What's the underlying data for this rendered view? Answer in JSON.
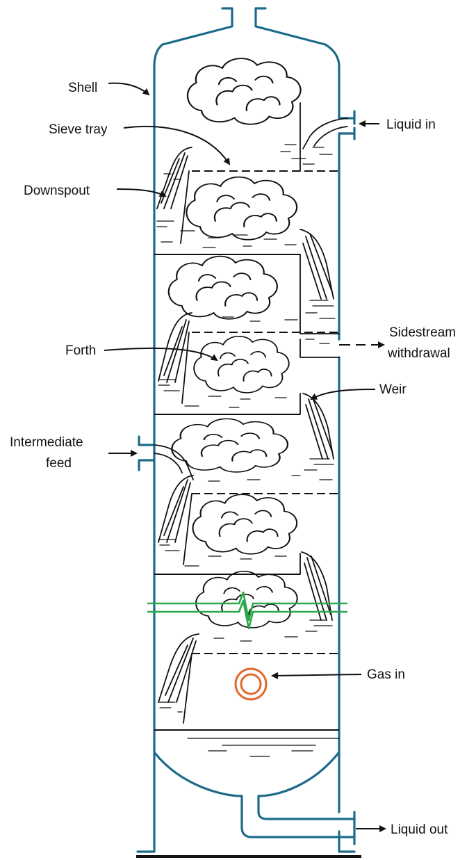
{
  "labels": {
    "shell": "Shell",
    "sieve_tray": "Sieve tray",
    "downspout": "Downspout",
    "liquid_in": "Liquid in",
    "sidestream_line1": "Sidestream",
    "sidestream_line2": "withdrawal",
    "forth": "Forth",
    "weir": "Weir",
    "intermediate_line1": "Intermediate",
    "intermediate_line2": "feed",
    "gas_in": "Gas in",
    "liquid_out": "Liquid out"
  },
  "colors": {
    "shell": "#1b6a8a",
    "break_line": "#2aa84a",
    "gas_inlet": "#e06a2c",
    "ink": "#111111"
  }
}
